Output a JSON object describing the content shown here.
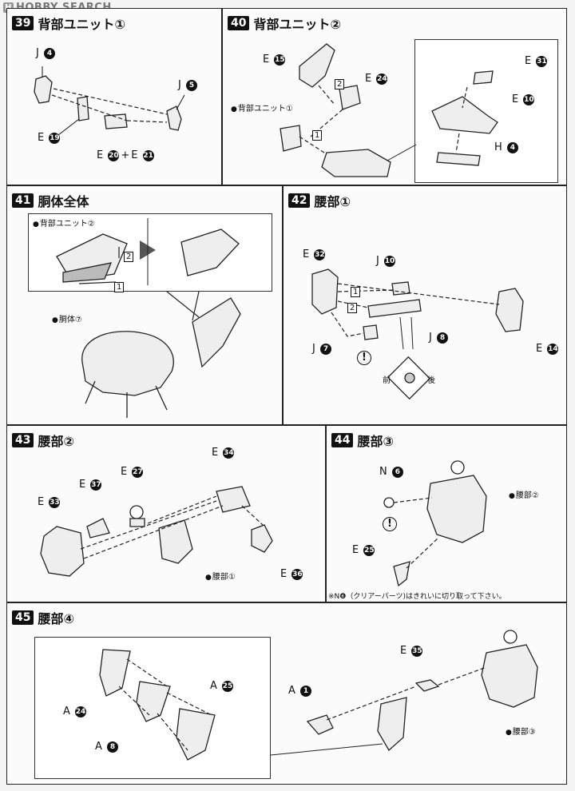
{
  "watermark": "HOBBY SEARCH",
  "steps": {
    "s39": {
      "num": "39",
      "title": "背部ユニット①",
      "parts": {
        "j4": "J",
        "j5": "J",
        "e19": "E",
        "e20": "E",
        "e21": "E"
      },
      "nums": {
        "j4": "4",
        "j5": "5",
        "e19": "19",
        "e20": "20",
        "e21": "21"
      }
    },
    "s40": {
      "num": "40",
      "title": "背部ユニット②",
      "ref": "背部ユニット①",
      "parts": {
        "e15": "E",
        "e24": "E",
        "e31": "E",
        "e10": "E",
        "h4": "H"
      },
      "nums": {
        "e15": "15",
        "e24": "24",
        "e31": "31",
        "e10": "10",
        "h4": "4"
      },
      "order": [
        "2",
        "1"
      ]
    },
    "s41": {
      "num": "41",
      "title": "胴体全体",
      "ref1": "背部ユニット②",
      "ref2": "胴体⑦",
      "order": [
        "2",
        "1"
      ]
    },
    "s42": {
      "num": "42",
      "title": "腰部①",
      "parts": {
        "e32": "E",
        "j10": "J",
        "j7": "J",
        "j8": "J",
        "e14": "E"
      },
      "nums": {
        "e32": "32",
        "j10": "10",
        "j7": "7",
        "j8": "8",
        "e14": "14"
      },
      "order": [
        "1",
        "2"
      ],
      "front": "前",
      "back": "後"
    },
    "s43": {
      "num": "43",
      "title": "腰部②",
      "ref": "腰部①",
      "parts": {
        "e37": "E",
        "e27": "E",
        "e34": "E",
        "e33": "E",
        "e36": "E"
      },
      "nums": {
        "e37": "37",
        "e27": "27",
        "e34": "34",
        "e33": "33",
        "e36": "36"
      }
    },
    "s44": {
      "num": "44",
      "title": "腰部③",
      "ref": "腰部②",
      "parts": {
        "n6": "N",
        "e25": "E"
      },
      "nums": {
        "n6": "6",
        "e25": "25"
      },
      "note": "※N❻（クリアーパーツ)はきれいに切り取って下さい。"
    },
    "s45": {
      "num": "45",
      "title": "腰部④",
      "ref": "腰部③",
      "parts": {
        "a24": "A",
        "a25": "A",
        "a8": "A",
        "a1": "A",
        "e35": "E"
      },
      "nums": {
        "a24": "24",
        "a25": "25",
        "a8": "8",
        "a1": "1",
        "e35": "35"
      }
    }
  },
  "plus": "+",
  "caution": "!"
}
